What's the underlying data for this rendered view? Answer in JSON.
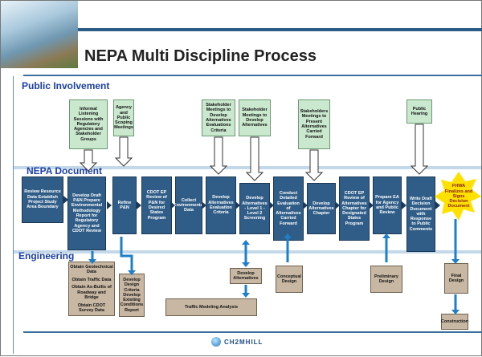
{
  "title": "NEPA Multi Discipline Process",
  "sections": {
    "public": "Public Involvement",
    "nepa": "NEPA Document",
    "engineering": "Engineering"
  },
  "public_boxes": [
    "Informal Listening Sessions with Regulatory Agencies and Stakeholder Groups",
    "Agency and Public Scoping Meetings",
    "Stakeholder Meetings to Develop Alternatives Evaluations Criteria",
    "Stakeholder Meetings to Develop Alternatives",
    "Stakeholders Meetings to Present Alternatives Carried Forward",
    "Public Hearing"
  ],
  "nepa_boxes": [
    "Review Resource Data Establish Project Study Area Boundary",
    "Develop Draft P&N Prepare Environmental Methodology Report for Regulatory Agency and CDOT Review",
    "Refine P&N",
    "CDOT EP Review of P&N for Desired States Program",
    "Collect Environmental Data",
    "Develop Alternatives Evaluation Criteria",
    "Develop Alternatives - Level 1 - Level 2 Screening",
    "Conduct Detailed Evaluation of Alternatives Carried Forward",
    "Develop Alternatives Chapter",
    "CDOT EP Review of Alternatives Chapter for Designated States Program",
    "Prepare EA for Agency and Public Review",
    "Write Draft Decision Document with Response to Public Comments"
  ],
  "fhwa_box": "FHWA Finalizes and Signs Decision Document",
  "engineering_boxes": {
    "data_list": [
      "Obtain Geotechnical Data",
      "Obtain Traffic Data",
      "Obtain As-Builts of Roadway and Bridge",
      "Obtain CDOT Survey Data"
    ],
    "design_criteria": "Develop Design Criteria Develop Existing Conditions Report",
    "develop_alternatives": "Develop Alternatives",
    "traffic_modeling": "Traffic Modeling Analysis",
    "conceptual_design": "Conceptual Design",
    "preliminary_design": "Preliminary Design",
    "final_design": "Final Design",
    "construction": "Construction"
  },
  "logo_text": "CH2MHILL",
  "colors": {
    "nepa_blue": "#2f5d88",
    "public_green": "#c9e8cd",
    "engineering_tan": "#c8b8a3",
    "fhwa_yellow": "#ffe100",
    "arrow_blue": "#1e7fc8",
    "section_text": "#1a3fa8"
  }
}
